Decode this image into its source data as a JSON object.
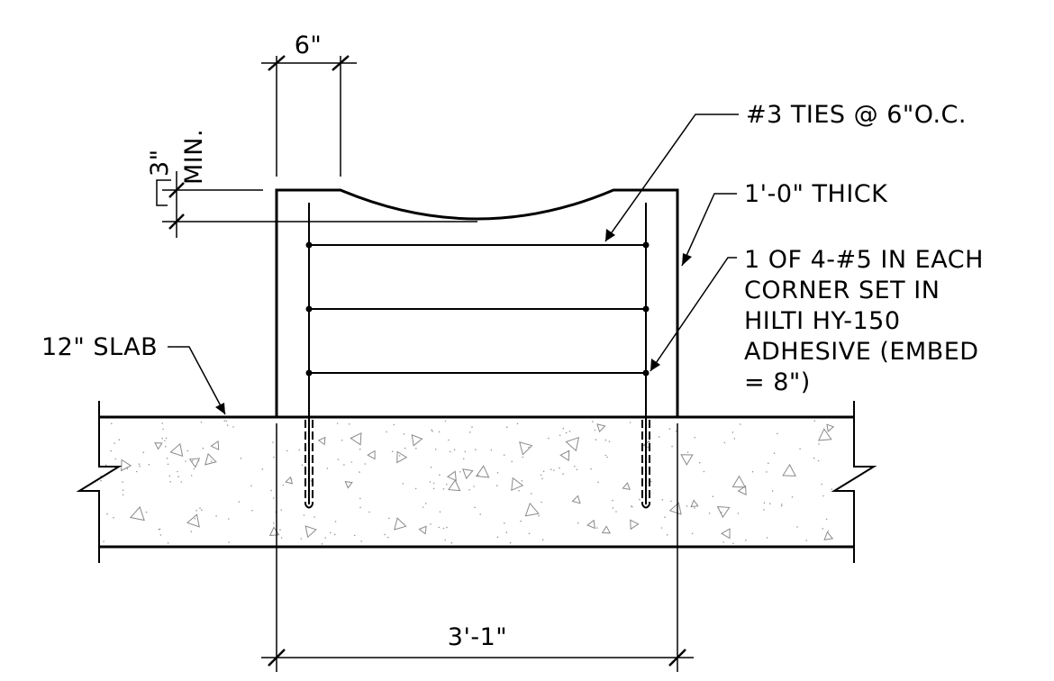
{
  "dimensions": {
    "wall_thickness": "6\"",
    "min_depth": "3\"",
    "min_label": "MIN.",
    "overall_width": "3'-1\""
  },
  "callouts": {
    "ties": "#3 TIES @ 6\"O.C.",
    "thickness": "1'-0\" THICK",
    "dowels": [
      "1 OF 4-#5 IN EACH",
      "CORNER SET IN",
      "HILTI HY-150",
      "ADHESIVE (EMBED",
      "= 8\")"
    ],
    "slab": "12\" SLAB"
  }
}
